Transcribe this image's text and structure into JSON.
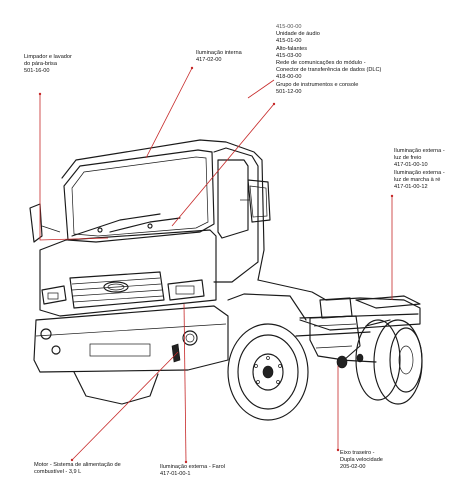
{
  "callouts": {
    "wiper": {
      "lines": [
        "Limpador e lavador",
        "do pára-brisa",
        "501-16-00"
      ]
    },
    "interior_lighting": {
      "lines": [
        "Iluminação interna",
        "417-02-00"
      ]
    },
    "right_stack": {
      "lines": [
        "415-00-00",
        "Unidade de áudio",
        "415-01-00",
        "Alto-falantes",
        "415-03-00",
        "Rede de comunicações do módulo -",
        "Conector de transferência de dados (DLC)",
        "418-00-00",
        "Grupo de instrumentos e console",
        "501-12-00"
      ]
    },
    "exterior_lighting_rear": {
      "lines": [
        "Iluminação externa -",
        "luz de freio",
        "417-01-00-10",
        "Iluminação externa -",
        "luz de marcha à ré",
        "417-01-00-12"
      ]
    },
    "rear_axle": {
      "lines": [
        "Eixo traseiro -",
        "Dupla velocidade",
        "205-02-00"
      ]
    },
    "engine_fuel": {
      "lines": [
        "Motor - Sistema de alimentação de",
        "combustível - 3,9 L"
      ]
    },
    "headlamp": {
      "lines": [
        "Iluminação externa - Farol",
        "417-01-00-1"
      ]
    }
  },
  "colors": {
    "leader": "#c62828",
    "line_art": "#1a1a1a",
    "background": "#ffffff"
  }
}
